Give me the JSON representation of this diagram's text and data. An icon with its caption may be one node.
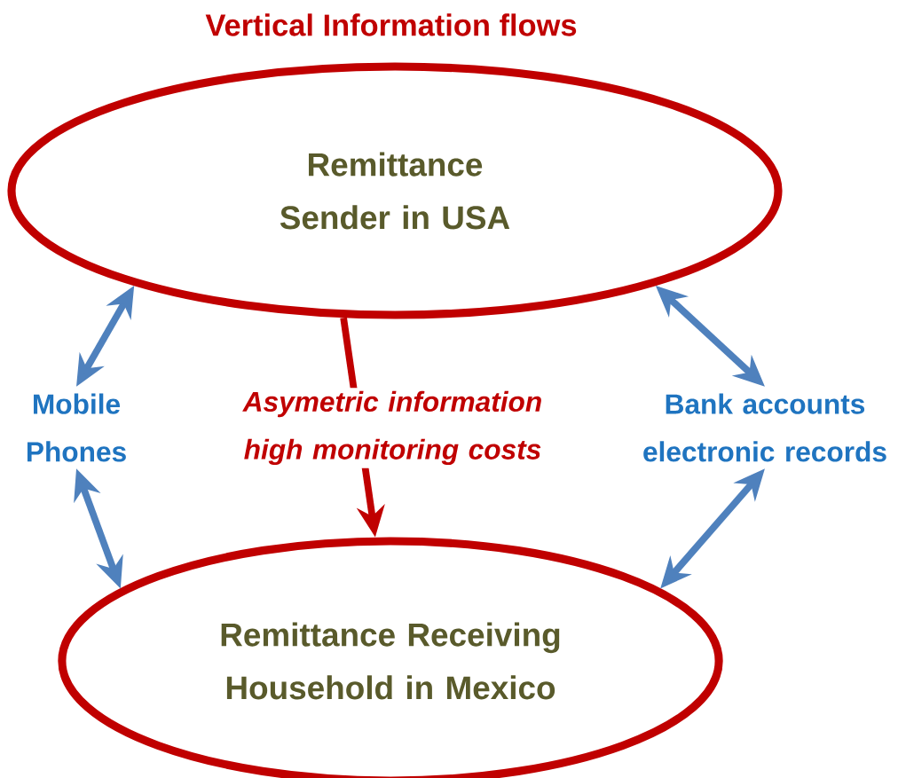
{
  "diagram": {
    "title": "Vertical Information flows",
    "nodes": [
      {
        "text": [
          "Remittance Sender in USA"
        ]
      },
      {
        "text": [
          "Remittance Receiving Household in Mexico"
        ]
      },
      {
        "text": [
          "Mobile Phones"
        ]
      },
      {
        "text": [
          "Bank accounts electronic records"
        ]
      }
    ],
    "edges": [
      {
        "from": 0,
        "to": 1,
        "arrow": "to",
        "label": "Asymetric information high monitoring costs",
        "color": "#c00000"
      },
      {
        "from": 0,
        "to": 2,
        "arrow": "both"
      },
      {
        "from": 2,
        "to": 1,
        "arrow": "both"
      },
      {
        "from": 0,
        "to": 3,
        "arrow": "both"
      },
      {
        "from": 3,
        "to": 1,
        "arrow": "both"
      }
    ]
  }
}
